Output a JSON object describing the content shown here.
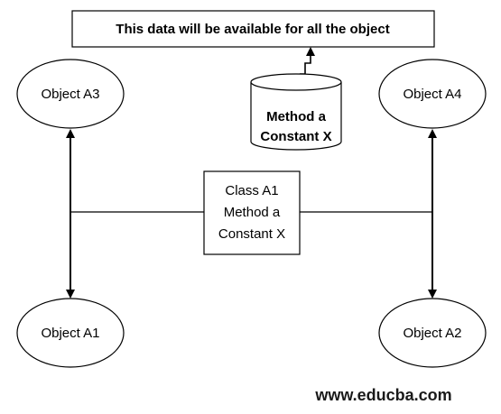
{
  "banner": {
    "text": "This data will be available for all the object"
  },
  "shared_store": {
    "line1": "Method a",
    "line2": "Constant X"
  },
  "class_box": {
    "line1": "Class A1",
    "line2": "Method a",
    "line3": "Constant X"
  },
  "objects": {
    "a3": "Object A3",
    "a4": "Object A4",
    "a1": "Object A1",
    "a2": "Object A2"
  },
  "watermark": "www.educba.com",
  "colors": {
    "stroke": "#000000",
    "background": "#ffffff",
    "fill": "#ffffff"
  }
}
